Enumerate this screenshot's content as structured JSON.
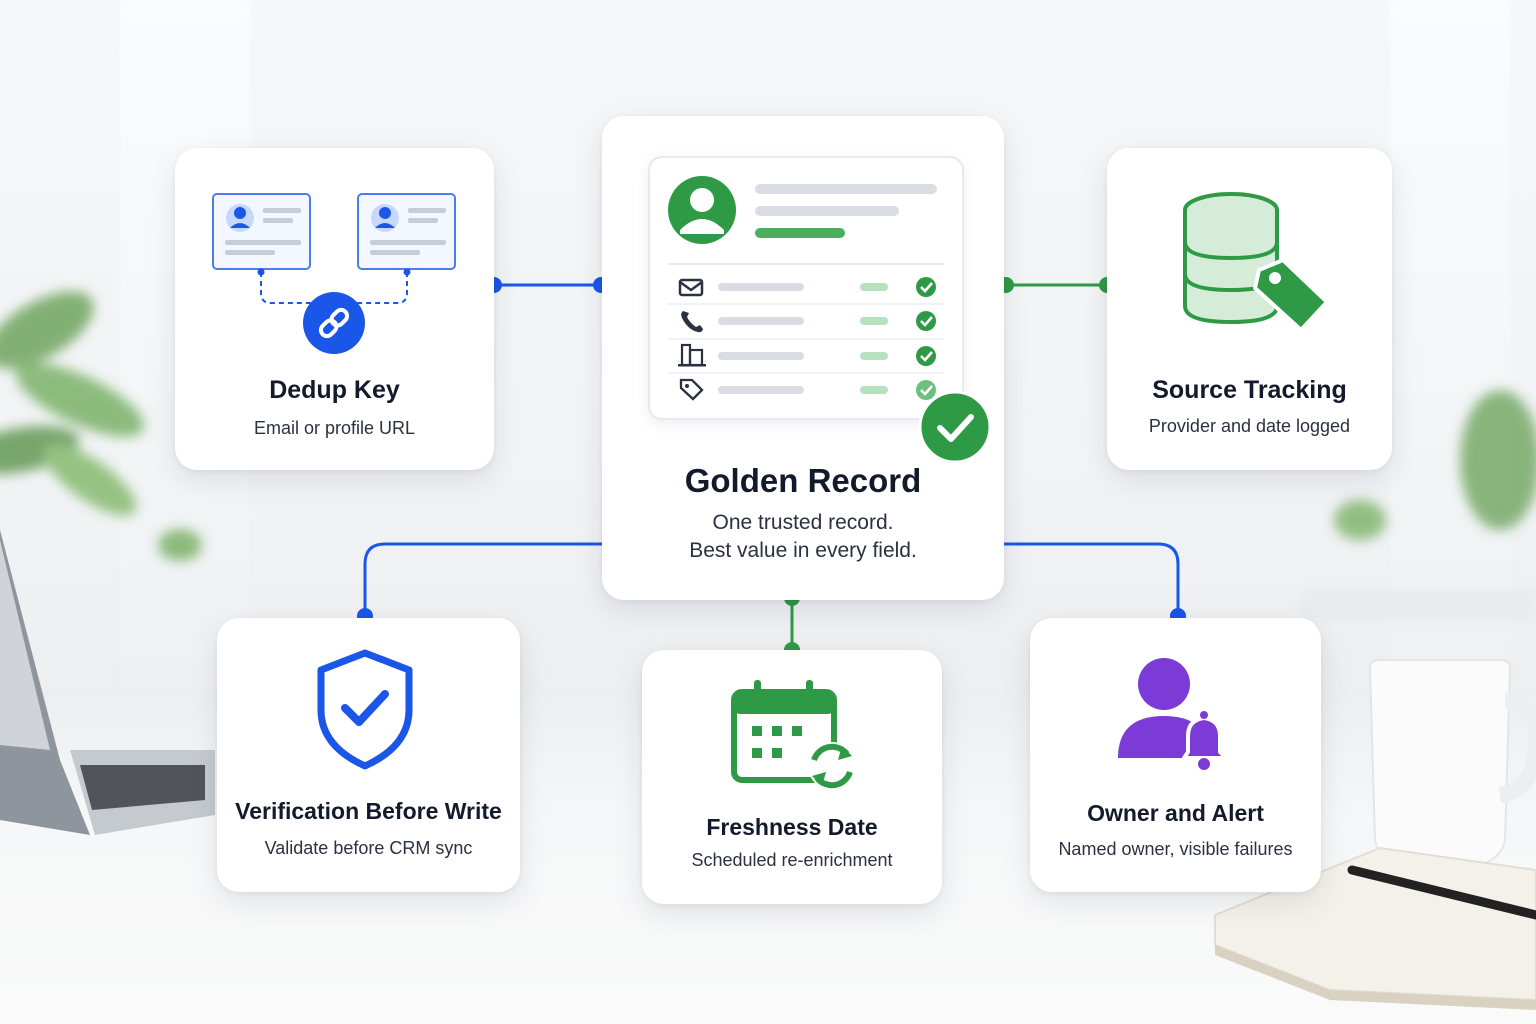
{
  "center": {
    "title": "Golden Record",
    "line1": "One trusted record.",
    "line2": "Best value in every field."
  },
  "cards": {
    "dedup": {
      "title": "Dedup Key",
      "subtitle": "Email or profile URL"
    },
    "source": {
      "title": "Source Tracking",
      "subtitle": "Provider and date logged"
    },
    "verify": {
      "title": "Verification Before Write",
      "subtitle": "Validate before CRM sync"
    },
    "fresh": {
      "title": "Freshness Date",
      "subtitle": "Scheduled re-enrichment"
    },
    "owner": {
      "title": "Owner and Alert",
      "subtitle": "Named owner, visible failures"
    }
  },
  "colors": {
    "blue": "#1a56e8",
    "green": "#2e9a46",
    "purple": "#7c3ad6",
    "title": "#131a2b"
  },
  "icons": {
    "dedup": "linked-contact-cards-icon",
    "center": "contact-record-icon",
    "source": "database-tag-icon",
    "verify": "shield-check-icon",
    "fresh": "calendar-refresh-icon",
    "owner": "person-bell-icon"
  }
}
